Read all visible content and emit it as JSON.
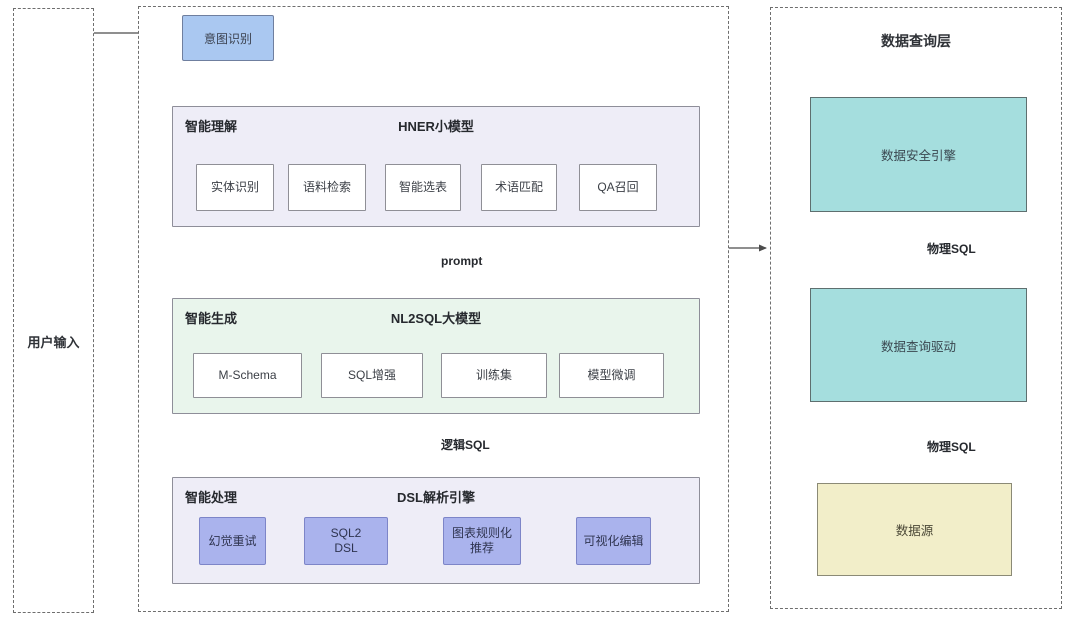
{
  "user_input": {
    "label": "用户输入"
  },
  "pipeline": {
    "intent_label": "意图识别",
    "understanding": {
      "corner_label": "智能理解",
      "title": "HNER小模型",
      "items": [
        "实体识别",
        "语料检索",
        "智能选表",
        "术语匹配",
        "QA召回"
      ]
    },
    "prompt_label": "prompt",
    "generation": {
      "corner_label": "智能生成",
      "title": "NL2SQL大模型",
      "items": [
        "M-Schema",
        "SQL增强",
        "训练集",
        "模型微调"
      ]
    },
    "logical_sql_label": "逻辑SQL",
    "processing": {
      "corner_label": "智能处理",
      "title": "DSL解析引擎",
      "items": [
        "幻觉重试",
        "SQL2\nDSL",
        "图表规则化\n推荐",
        "可视化编辑"
      ]
    }
  },
  "query_layer": {
    "title": "数据查询层",
    "nodes": [
      "数据安全引擎",
      "数据查询驱动",
      "数据源"
    ],
    "edge_labels": [
      "物理SQL",
      "物理SQL"
    ]
  },
  "colors": {
    "intent_fill": "#aac8f1",
    "section_lavender_fill": "#eeedf7",
    "section_green_fill": "#e9f5ec",
    "process_node_fill": "#aab3ed",
    "teal_node_fill": "#a5dede",
    "yellow_node_fill": "#f2eec9",
    "dashed_border": "#6e6e6e",
    "arrow": "#4c4c4c"
  }
}
